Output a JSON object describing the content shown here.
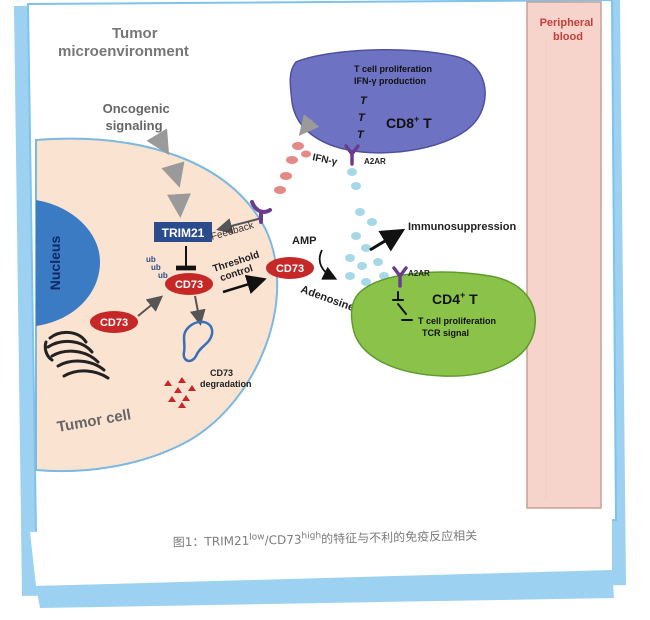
{
  "regions": {
    "microenvironment": [
      "Tumor",
      "microenvironment"
    ],
    "peripheral": [
      "Peripheral",
      "blood"
    ],
    "tumor_cell": "Tumor cell",
    "nucleus": "Nucleus"
  },
  "signals": {
    "oncogenic": [
      "Oncogenic",
      "signaling"
    ],
    "feedback": "Feedback",
    "threshold": [
      "Threshold",
      "control"
    ],
    "amp": "AMP",
    "adenosine": "Adenosine",
    "ifn": "IFN-γ",
    "immunosuppression": "Immunosuppression"
  },
  "proteins": {
    "trim21": "TRIM21",
    "cd73": "CD73",
    "ub": "ub",
    "a2ar": "A2AR",
    "degradation": [
      "CD73",
      "degradation"
    ]
  },
  "cd8": {
    "lines": [
      "T cell proliferation",
      "IFN-γ production"
    ],
    "label": "CD8",
    "sup": "+",
    "suffix": " T",
    "t": "T"
  },
  "cd4": {
    "label": "CD4",
    "sup": "+",
    "suffix": " T",
    "lines": [
      "T cell proliferation",
      "TCR signal"
    ]
  },
  "caption": {
    "prefix": "图1：TRIM21",
    "sup1": "low",
    "mid": "/CD73",
    "sup2": "high",
    "suffix": "的特征与不利的免疫反应相关"
  },
  "colors": {
    "frame": "#9dd1f2",
    "tumor_cell": "#fbe3d2",
    "nucleus": "#3a7bc3",
    "cd8_cell": "#6e72c2",
    "cd4_cell": "#8bc34a",
    "cd73": "#c62828",
    "trim21": "#2b4c8c",
    "peripheral": "#f6d3cb"
  }
}
